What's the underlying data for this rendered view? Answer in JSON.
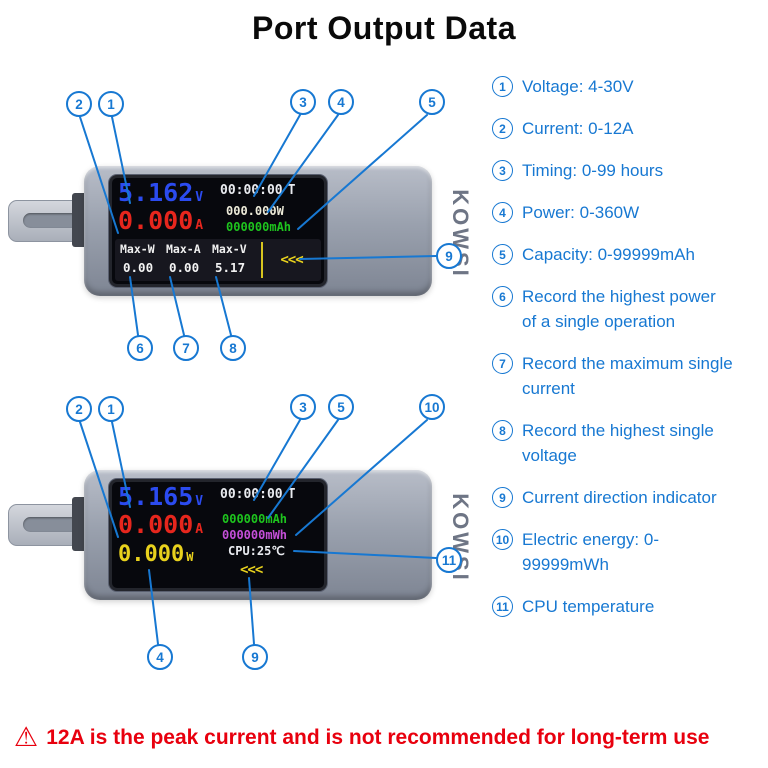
{
  "title": "Port Output Data",
  "colors": {
    "accent_blue": "#1778d2",
    "warning_red": "#e8000e",
    "display_blue": "#2b4bf0",
    "display_red": "#e6261d",
    "display_green": "#1ec41e",
    "display_yellow": "#e8d11d",
    "display_magenta": "#c44fd8"
  },
  "legend": {
    "items": [
      {
        "num": "1",
        "text": "Voltage: 4-30V"
      },
      {
        "num": "2",
        "text": "Current: 0-12A"
      },
      {
        "num": "3",
        "text": "Timing: 0-99 hours"
      },
      {
        "num": "4",
        "text": "Power: 0-360W"
      },
      {
        "num": "5",
        "text": "Capacity: 0-99999mAh"
      },
      {
        "num": "6",
        "text": "Record the highest power of a single operation"
      },
      {
        "num": "7",
        "text": "Record the maximum single current"
      },
      {
        "num": "8",
        "text": "Record the highest single voltage"
      },
      {
        "num": "9",
        "text": "Current direction indicator"
      },
      {
        "num": "10",
        "text": "Electric energy: 0-99999mWh"
      },
      {
        "num": "11",
        "text": "CPU temperature"
      }
    ]
  },
  "device1": {
    "brand": "KOWSI",
    "screen": {
      "voltage": "5.162",
      "voltage_unit": "V",
      "time": "00:00:00",
      "time_unit": "T",
      "current": "0.000",
      "current_unit": "A",
      "power": "000.000W",
      "capacity": "000000mAh",
      "max_headers": [
        "Max-W",
        "Max-A",
        "Max-V"
      ],
      "max_values": [
        "0.00",
        "0.00",
        "5.17"
      ],
      "arrows": "<<<"
    },
    "callouts": [
      "2",
      "1",
      "3",
      "4",
      "5",
      "9",
      "6",
      "7",
      "8"
    ]
  },
  "device2": {
    "brand": "KOWSI",
    "screen": {
      "voltage": "5.165",
      "voltage_unit": "V",
      "time": "00:00:00",
      "time_unit": "T",
      "current": "0.000",
      "current_unit": "A",
      "capacity": "000000mAh",
      "energy": "000000mWh",
      "power": "0.000",
      "power_unit": "W",
      "cpu": "CPU:25℃",
      "arrows": "<<<"
    },
    "callouts": [
      "2",
      "1",
      "3",
      "5",
      "10",
      "11",
      "4",
      "9"
    ]
  },
  "warning": {
    "icon": "⚠",
    "text": "12A is the peak current and is not recommended for long-term use"
  }
}
